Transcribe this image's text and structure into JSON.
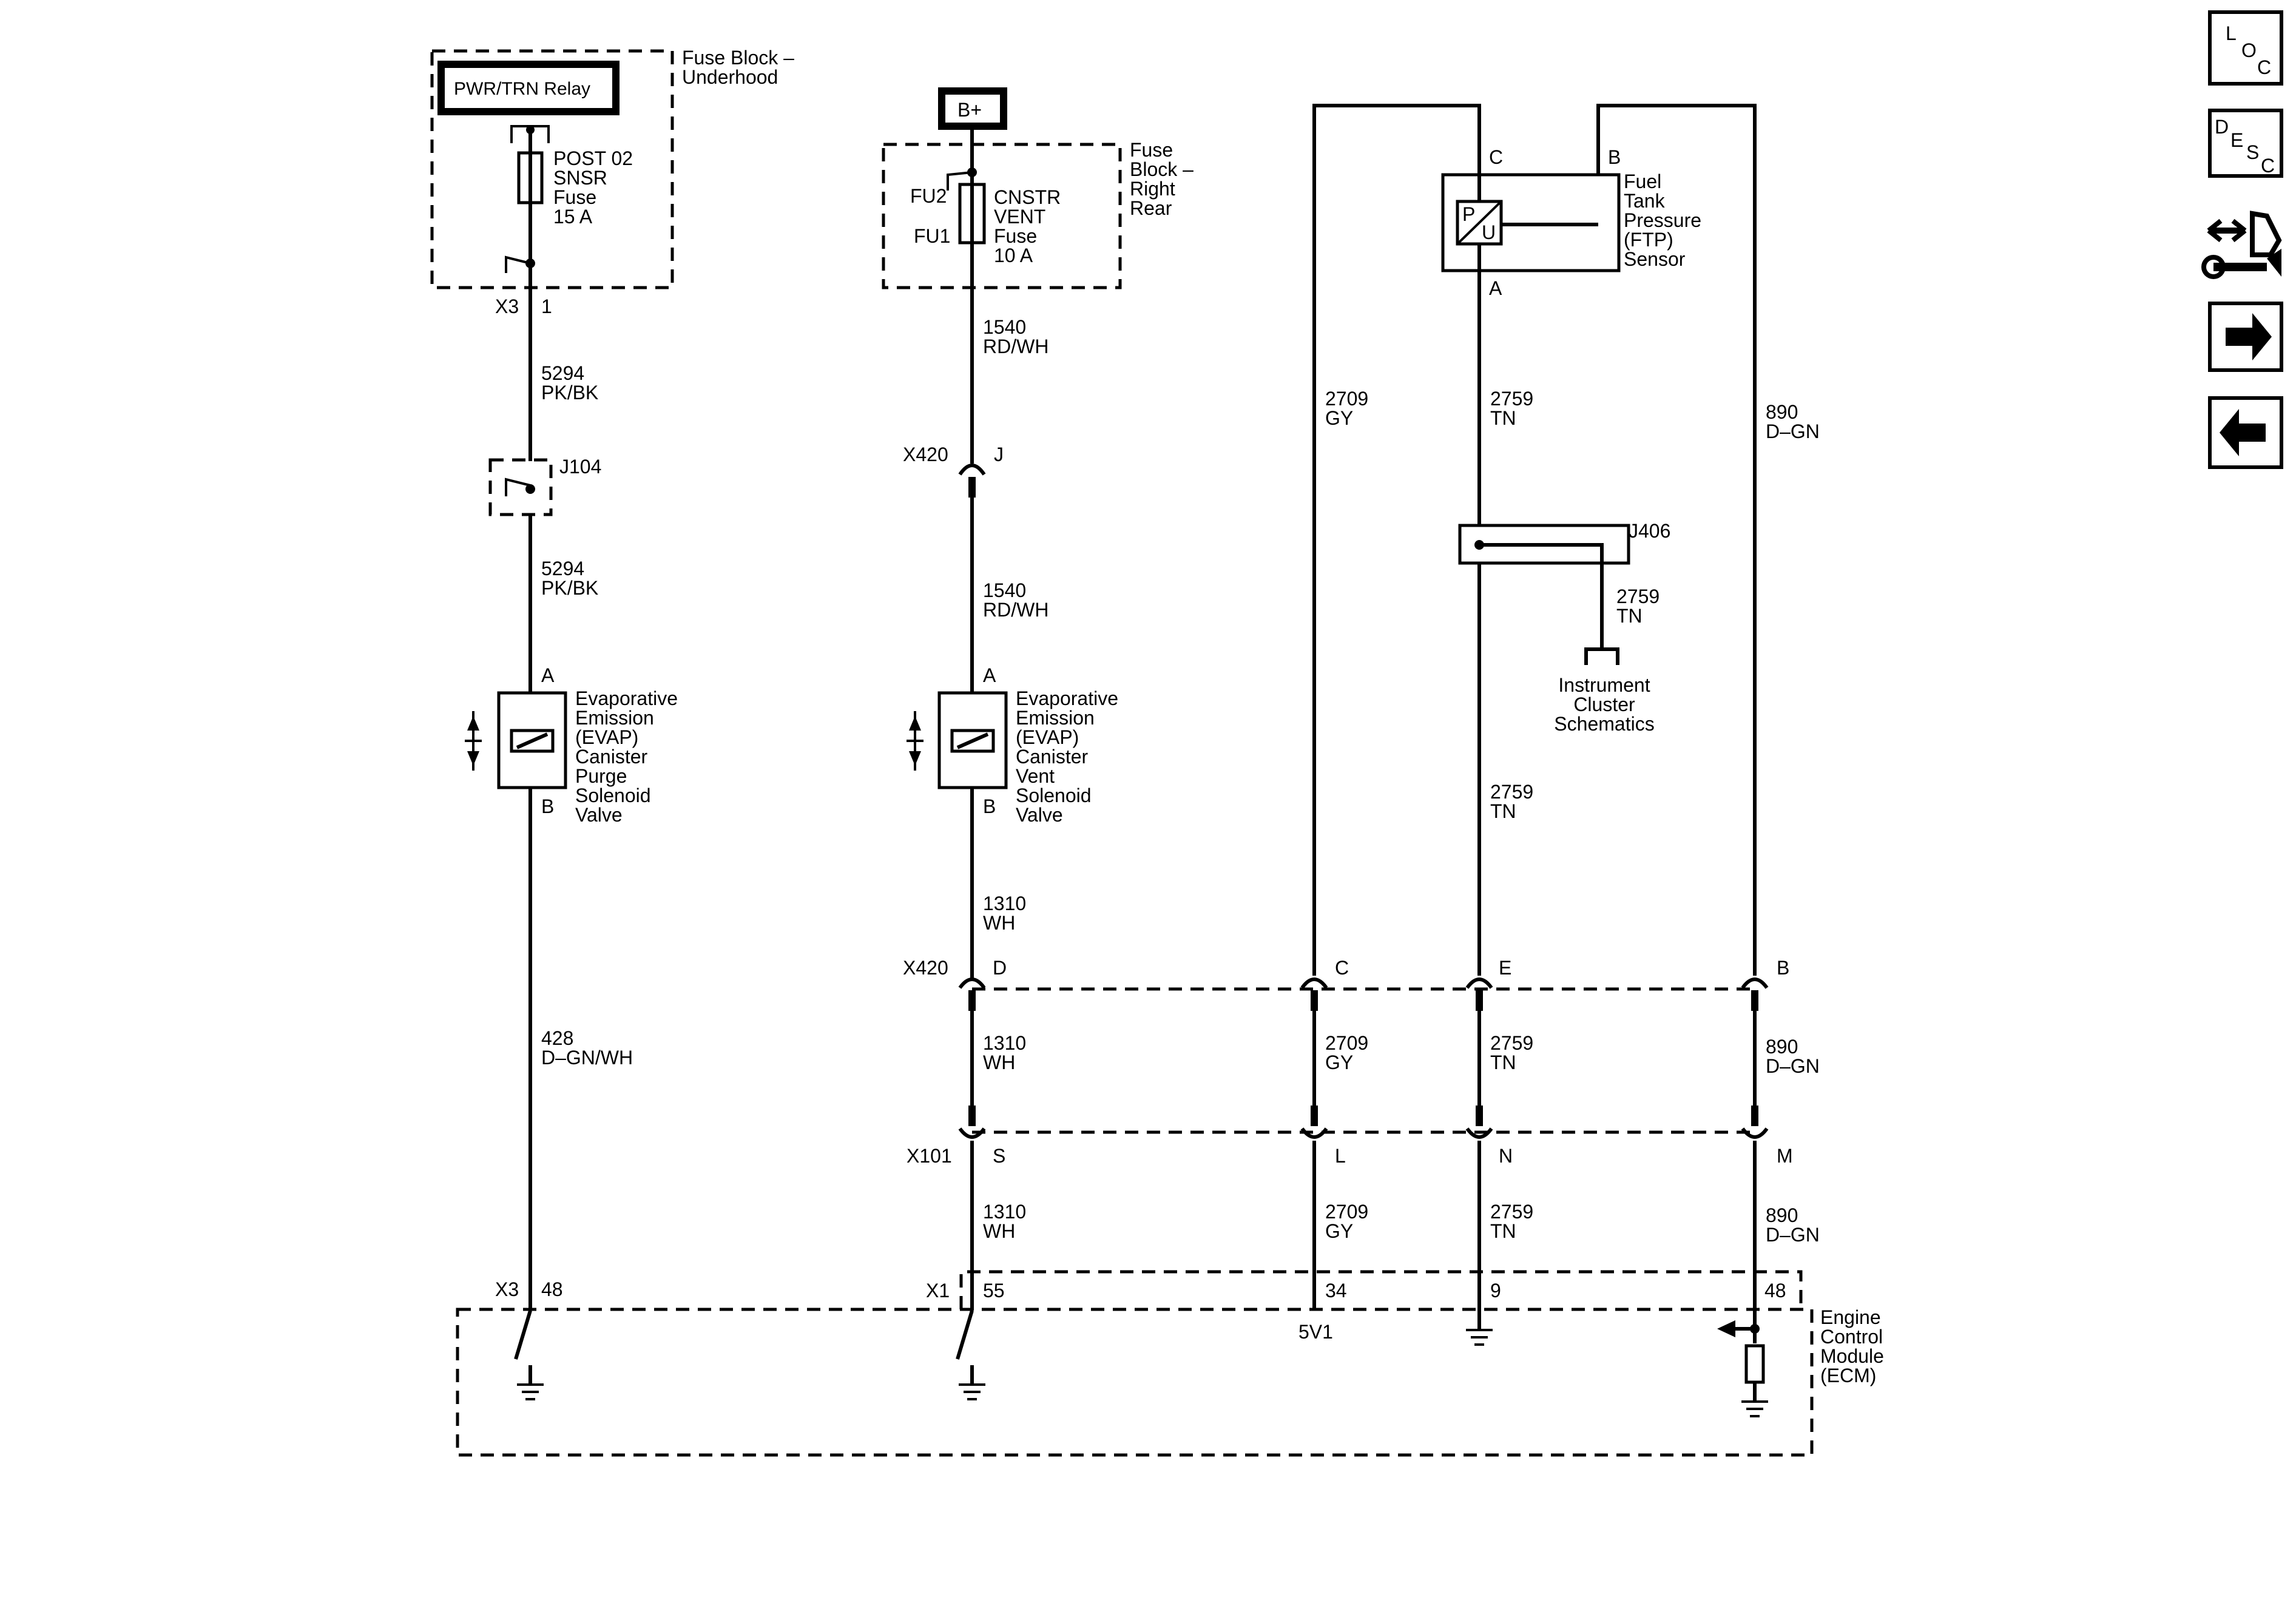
{
  "components": {
    "pwr_trn_relay": "PWR/TRN Relay",
    "fuse_block_underhood": [
      "Fuse Block –",
      "Underhood"
    ],
    "post02_fuse": [
      "POST 02",
      "SNSR",
      "Fuse",
      "15 A"
    ],
    "b_plus": "B+",
    "fuse_block_right_rear": [
      "Fuse",
      "Block –",
      "Right",
      "Rear"
    ],
    "fu2": "FU2",
    "fu1": "FU1",
    "cnstr_vent_fuse": [
      "CNSTR",
      "VENT",
      "Fuse",
      "10 A"
    ],
    "ftp_sensor": [
      "Fuel",
      "Tank",
      "Pressure",
      "(FTP)",
      "Sensor"
    ],
    "ftp_pu_p": "P",
    "ftp_pu_u": "U",
    "evap_purge": [
      "Evaporative",
      "Emission",
      "(EVAP)",
      "Canister",
      "Purge",
      "Solenoid",
      "Valve"
    ],
    "evap_vent": [
      "Evaporative",
      "Emission",
      "(EVAP)",
      "Canister",
      "Vent",
      "Solenoid",
      "Valve"
    ],
    "instrument_cluster": [
      "Instrument",
      "Cluster",
      "Schematics"
    ],
    "ecm": [
      "Engine",
      "Control",
      "Module",
      "(ECM)"
    ],
    "ecm_5v1": "5V1"
  },
  "connectors": {
    "x3": "X3",
    "x3_pin_1": "1",
    "x3_pin_48": "48",
    "j104": "J104",
    "x420": "X420",
    "x420_j": "J",
    "x420_d": "D",
    "x420_c": "C",
    "x420_e": "E",
    "x420_b": "B",
    "x101": "X101",
    "x101_s": "S",
    "x101_l": "L",
    "x101_n": "N",
    "x101_m": "M",
    "x1": "X1",
    "x1_pin_55": "55",
    "x1_pin_34": "34",
    "x1_pin_9": "9",
    "x1_pin_48": "48",
    "j406": "J406",
    "ftp_c": "C",
    "ftp_b": "B",
    "ftp_a": "A",
    "purge_a": "A",
    "purge_b": "B",
    "vent_a": "A",
    "vent_b": "B"
  },
  "wires": {
    "w5294_top": [
      "5294",
      "PK/BK"
    ],
    "w5294_mid": [
      "5294",
      "PK/BK"
    ],
    "w428": [
      "428",
      "D–GN/WH"
    ],
    "w1540_top": [
      "1540",
      "RD/WH"
    ],
    "w1540_mid": [
      "1540",
      "RD/WH"
    ],
    "w1310_a": [
      "1310",
      "WH"
    ],
    "w1310_b": [
      "1310",
      "WH"
    ],
    "w1310_c": [
      "1310",
      "WH"
    ],
    "w2709_a": [
      "2709",
      "GY"
    ],
    "w2709_b": [
      "2709",
      "GY"
    ],
    "w2709_c": [
      "2709",
      "GY"
    ],
    "w2759_a": [
      "2759",
      "TN"
    ],
    "w2759_j406": [
      "2759",
      "TN"
    ],
    "w2759_b": [
      "2759",
      "TN"
    ],
    "w2759_c": [
      "2759",
      "TN"
    ],
    "w2759_d": [
      "2759",
      "TN"
    ],
    "w890_a": [
      "890",
      "D–GN"
    ],
    "w890_b": [
      "890",
      "D–GN"
    ],
    "w890_c": [
      "890",
      "D–GN"
    ]
  },
  "nav": {
    "loc": [
      "L",
      "O",
      "C"
    ],
    "desc": [
      "D",
      "E",
      "S",
      "C"
    ],
    "next_icon": "arrow-right-icon",
    "prev_icon": "arrow-left-icon",
    "tools_icon": "connector-tools-icon"
  }
}
